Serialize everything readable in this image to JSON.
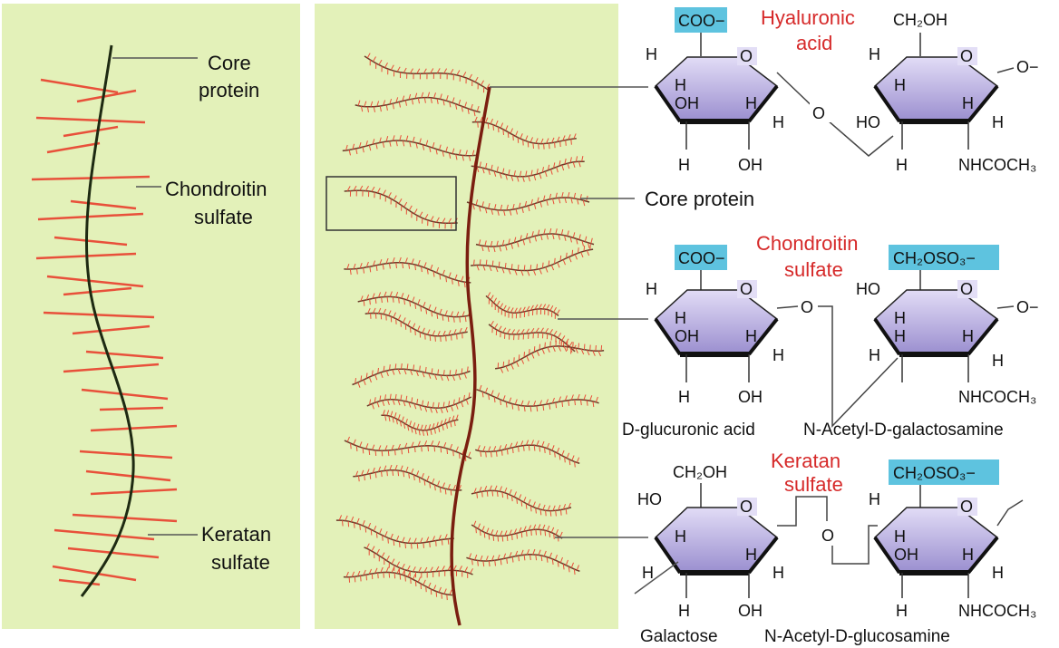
{
  "colors": {
    "panel_bg": "#e3f1b9",
    "core_protein_left": "#1e2a12",
    "core_protein_right": "#7a1e10",
    "gag_chain": "#e8503a",
    "branch_axis": "#6b3a2a",
    "ring_fill_top": "#d8d2f0",
    "ring_fill_bottom": "#9b8fd0",
    "ring_edge_dark": "#111111",
    "highlight": "#5ec3df",
    "red_label": "#d62a2a"
  },
  "left_panel": {
    "label_core_protein": [
      "Core",
      "protein"
    ],
    "label_chondroitin": [
      "Chondroitin",
      "sulfate"
    ],
    "label_keratan": [
      "Keratan",
      "sulfate"
    ]
  },
  "middle_panel": {
    "label_core_protein": "Core protein"
  },
  "hyaluronic": {
    "title": [
      "Hyaluronic",
      "acid"
    ],
    "group_left": "COO−",
    "group_right": "CH₂OH",
    "ring1": {
      "h_left": "H",
      "h_inner1": "H",
      "oh": "OH",
      "h_inner2": "H",
      "h_right": "H",
      "h_bottom": "H",
      "oh_bottom": "OH",
      "o": "O"
    },
    "ring2": {
      "h_left": "H",
      "h_inner1": "H",
      "ho": "HO",
      "h_inner2": "H",
      "h_right": "H",
      "h_bottom": "H",
      "nh": "NHCOCH₃",
      "o": "O"
    },
    "bridge_o": "O",
    "end_o": "O−"
  },
  "chondroitin": {
    "title": [
      "Chondroitin",
      "sulfate"
    ],
    "group_left": "COO−",
    "group_right": "CH₂OSO₃−",
    "ring1": {
      "h_left": "H",
      "h_inner1": "H",
      "oh": "OH",
      "h_inner2": "H",
      "h_right": "H",
      "h_bottom": "H",
      "oh_bottom": "OH",
      "o": "O"
    },
    "ring2": {
      "ho": "HO",
      "h_inner1": "H",
      "h_left": "H",
      "h_inner2": "H",
      "h_right": "H",
      "h_bottom": "H",
      "nh": "NHCOCH₃",
      "o": "O"
    },
    "bridge_o": "O",
    "end_o": "O−",
    "caption_left": "D-glucuronic acid",
    "caption_right": "N-Acetyl-D-galactosamine"
  },
  "keratan": {
    "title": [
      "Keratan",
      "sulfate"
    ],
    "group_left": "CH₂OH",
    "group_right": "CH₂OSO₃−",
    "ring1": {
      "ho": "HO",
      "h_inner1": "H",
      "h_inner2": "H",
      "h_left": "H",
      "h_right": "H",
      "h_bottom": "H",
      "oh_bottom": "OH",
      "o": "O"
    },
    "ring2": {
      "h_left": "H",
      "h_inner1": "H",
      "oh": "OH",
      "h_inner2": "H",
      "h_right": "H",
      "h_bottom": "H",
      "nh": "NHCOCH₃",
      "o": "O"
    },
    "bridge_o": "O",
    "caption_left": "Galactose",
    "caption_right": "N-Acetyl-D-glucosamine"
  }
}
